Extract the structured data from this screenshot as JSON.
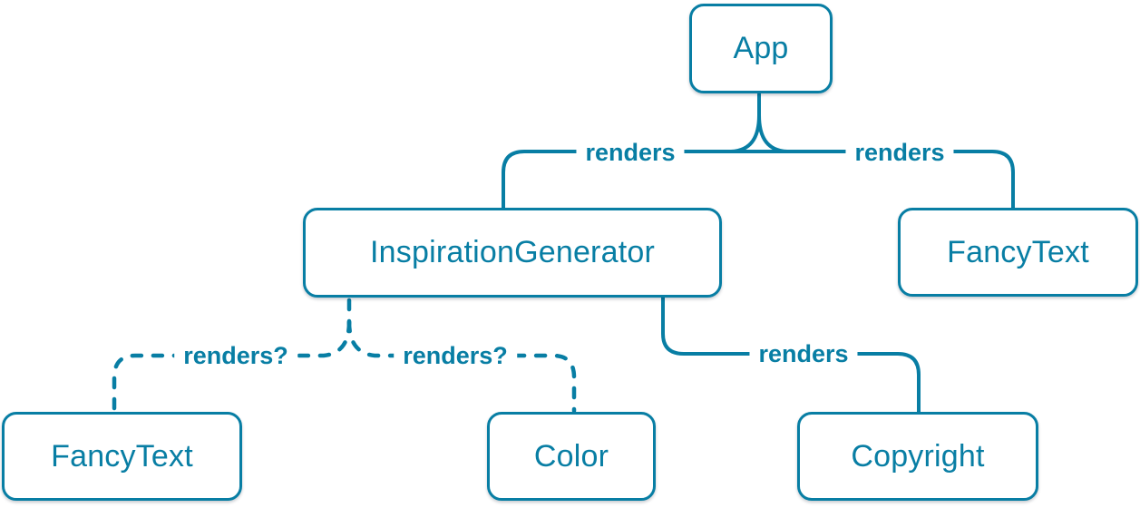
{
  "diagram": {
    "type": "component-render-tree",
    "colors": {
      "accent": "#087ea4",
      "node_background": "#ffffff",
      "page_background": "#ffffff"
    },
    "nodes": [
      {
        "id": "app",
        "label": "App"
      },
      {
        "id": "inspiration-generator",
        "label": "InspirationGenerator"
      },
      {
        "id": "fancytext-top",
        "label": "FancyText"
      },
      {
        "id": "fancytext-bottom",
        "label": "FancyText"
      },
      {
        "id": "color",
        "label": "Color"
      },
      {
        "id": "copyright",
        "label": "Copyright"
      }
    ],
    "edges": [
      {
        "from": "app",
        "to": "inspiration-generator",
        "label": "renders",
        "style": "solid"
      },
      {
        "from": "app",
        "to": "fancytext-top",
        "label": "renders",
        "style": "solid"
      },
      {
        "from": "inspiration-generator",
        "to": "fancytext-bottom",
        "label": "renders?",
        "style": "dashed"
      },
      {
        "from": "inspiration-generator",
        "to": "color",
        "label": "renders?",
        "style": "dashed"
      },
      {
        "from": "inspiration-generator",
        "to": "copyright",
        "label": "renders",
        "style": "solid"
      }
    ]
  }
}
